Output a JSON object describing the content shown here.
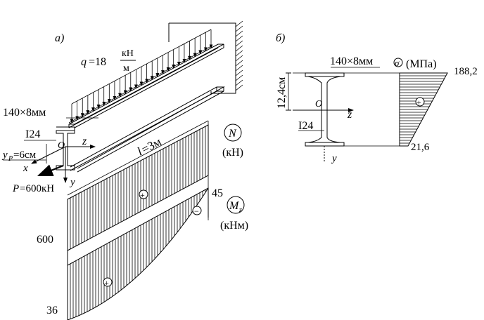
{
  "panel_a": {
    "label": "а)",
    "load_q_symbol": "q",
    "load_q_eq": "=18",
    "load_q_num": "кН",
    "load_q_den": "м",
    "plate_size": "140×8мм",
    "profile": "I24",
    "origin": "O",
    "axis_z": "z",
    "axis_x": "x",
    "axis_y": "y",
    "yP_symbol": "y",
    "yP_sub": "P",
    "yP_value": "=6см",
    "force_symbol": "P",
    "force_value": "=600кН",
    "length_symbol": "l",
    "length_value": "=3м",
    "diagram_N_symbol": "N",
    "diagram_N_unit": "(кН)",
    "diagram_M_symbol": "M",
    "diagram_M_sub": "z",
    "diagram_M_unit": "(кНм)",
    "value_600": "600",
    "value_45": "45",
    "value_36": "36",
    "sign_plus": "+",
    "sign_minus": "−"
  },
  "panel_b": {
    "label": "б)",
    "plate_size": "140×8мм",
    "height_dim": "12,4см",
    "origin": "O",
    "axis_z": "z",
    "axis_y": "y",
    "profile": "I24",
    "sigma_symbol": "σ",
    "sigma_unit": "(МПа)",
    "stress_top": "188,2",
    "stress_bottom": "21,6",
    "sign_plus": "+"
  }
}
